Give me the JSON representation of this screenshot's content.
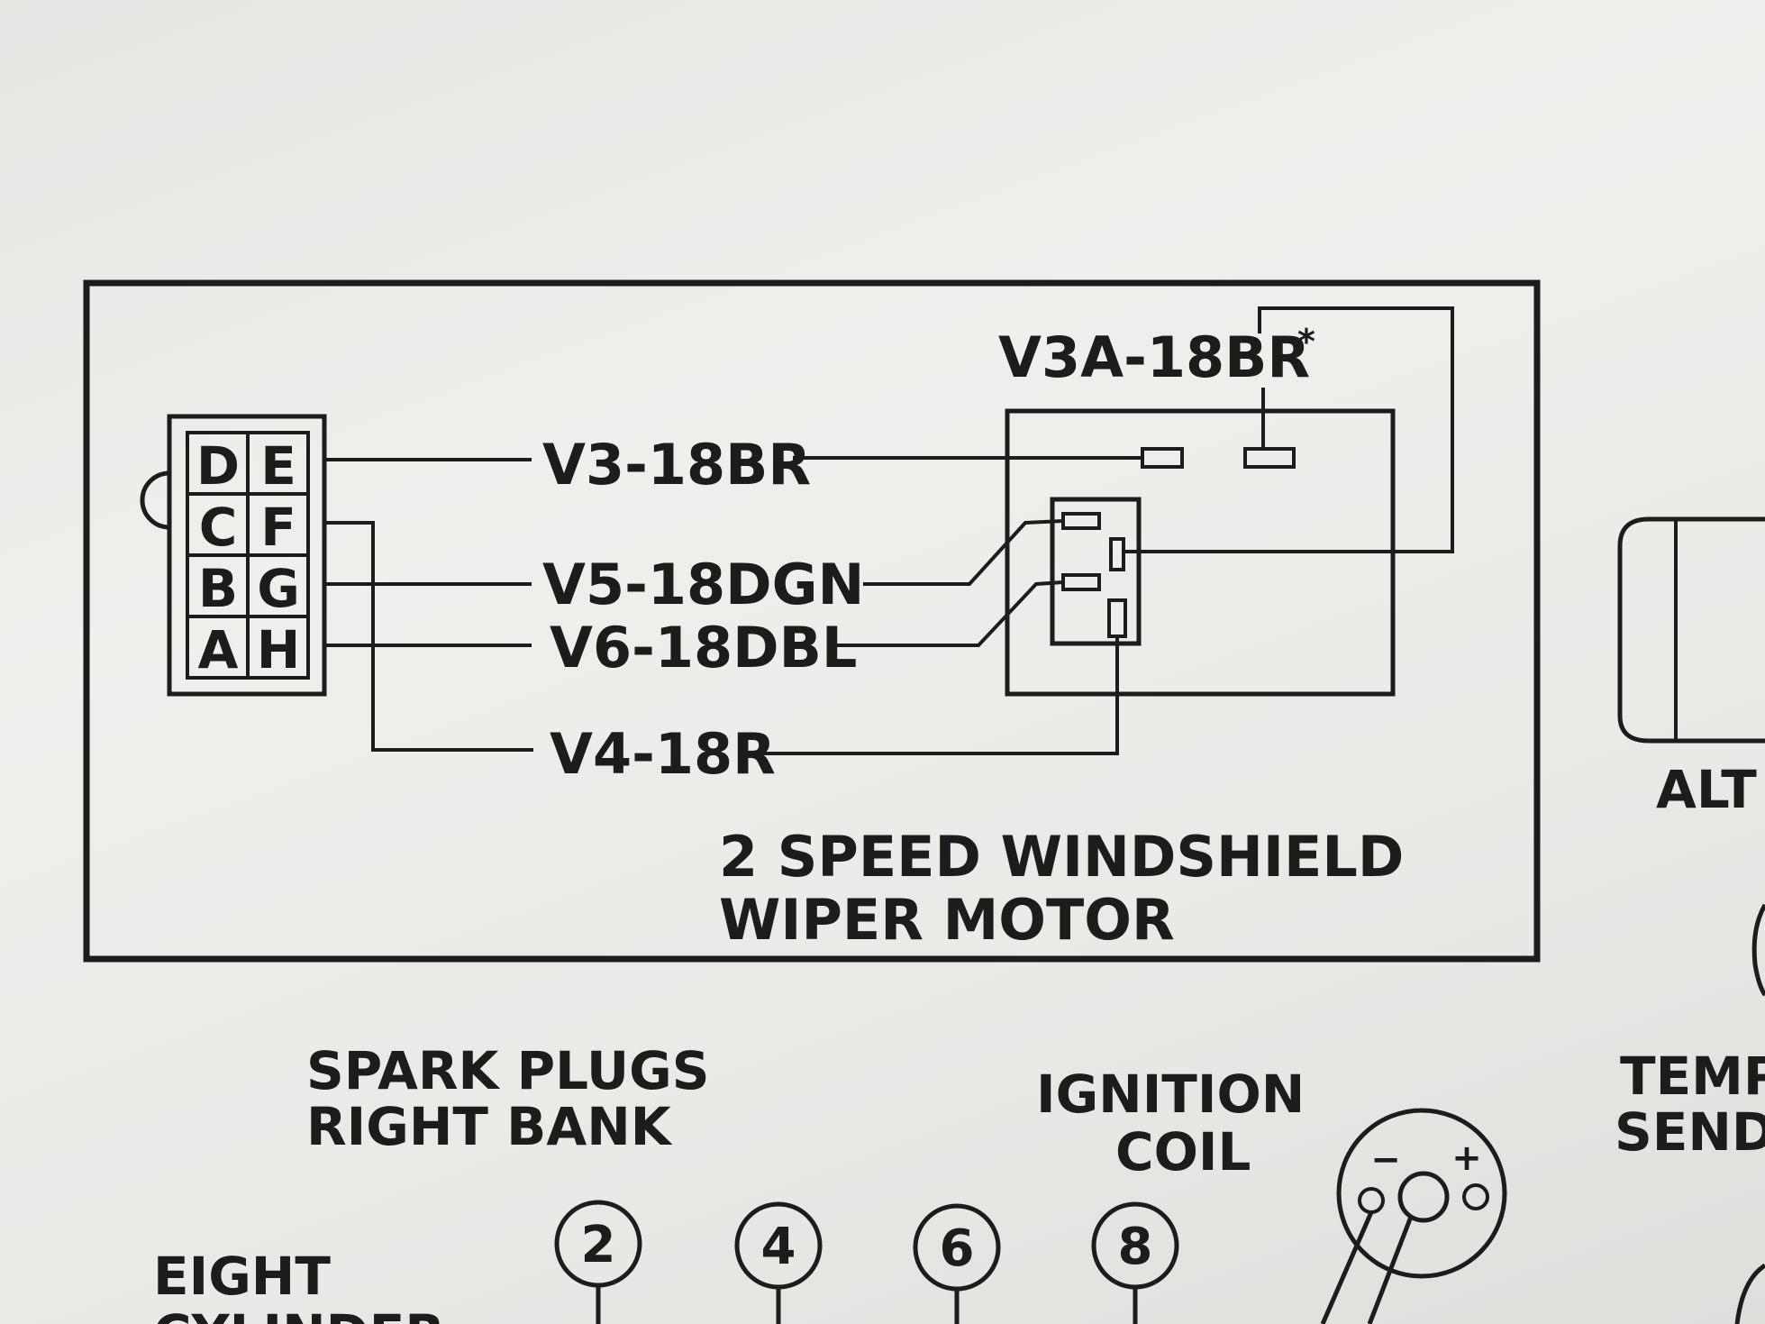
{
  "connector": {
    "pins_left": [
      "D",
      "C",
      "B",
      "A"
    ],
    "pins_right": [
      "E",
      "F",
      "G",
      "H"
    ]
  },
  "wires": {
    "v3": "V3-18BR",
    "v3a": "V3A-18BR",
    "v3a_mark": "*",
    "v5": "V5-18DGN",
    "v6": "V6-18DBL",
    "v4": "V4-18R"
  },
  "motor": {
    "title_line1": "2 SPEED WINDSHIELD",
    "title_line2": "WIPER MOTOR"
  },
  "alternator_label": "ALT",
  "spark_plugs": {
    "line1": "SPARK PLUGS",
    "line2": "RIGHT BANK",
    "numbers": [
      "2",
      "4",
      "6",
      "8"
    ]
  },
  "ignition_coil": {
    "line1": "IGNITION",
    "line2": "COIL",
    "minus": "−",
    "plus": "+"
  },
  "temp_sender": {
    "line1": "TEMP",
    "line2": "SEND"
  },
  "engine": {
    "line1": "EIGHT",
    "line2": "CYLINDER"
  }
}
